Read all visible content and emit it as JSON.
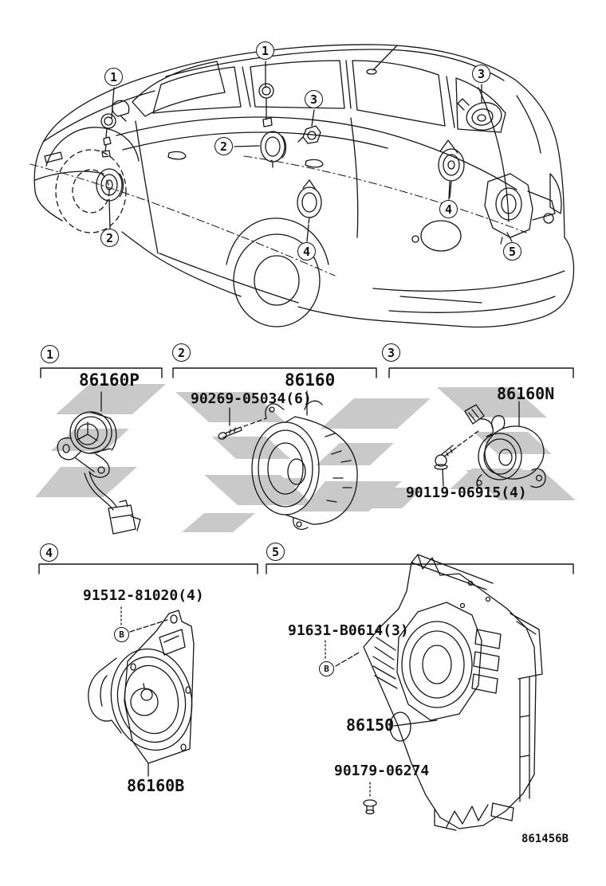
{
  "colors": {
    "line": "#151515",
    "watermark": "#c9c9c9",
    "background": "#ffffff"
  },
  "car_diagram": {
    "description_labels": [],
    "callouts": [
      "1",
      "1",
      "2",
      "2",
      "3",
      "3",
      "4",
      "4",
      "5"
    ]
  },
  "sections": [
    {
      "num": "1",
      "main_part": "86160P"
    },
    {
      "num": "2",
      "main_part": "86160",
      "fastener": "90269-05034(6)"
    },
    {
      "num": "3",
      "main_part": "86160N",
      "fastener": "90119-06915(4)"
    },
    {
      "num": "4",
      "main_part": "86160B",
      "fastener": "91512-81020(4)",
      "marker": "B"
    },
    {
      "num": "5",
      "main_part": "86150",
      "fastener": "91631-B0614(3)",
      "marker": "B",
      "clip": "90179-06274"
    }
  ],
  "footer": {
    "figure_code": "861456B"
  }
}
